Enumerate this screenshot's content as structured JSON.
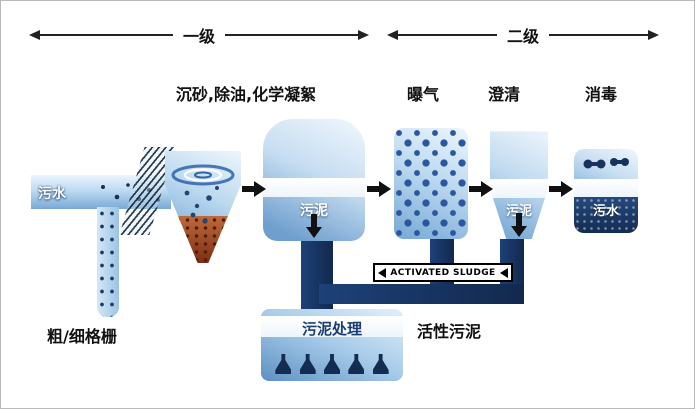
{
  "stages": {
    "primary": "一级",
    "secondary": "二级"
  },
  "process_labels": {
    "pretreatment": "沉砂,除油,化学凝絮",
    "aeration": "曝气",
    "clarification": "澄清",
    "disinfection": "消毒"
  },
  "flow_labels": {
    "influent": "污水",
    "primary_sludge": "污泥",
    "secondary_sludge": "污泥",
    "effluent": "污水"
  },
  "bottom_labels": {
    "activated_sludge_en": "ACTIVATED SLUDGE",
    "sludge_treatment": "污泥处理",
    "activated_sludge_cn": "活性污泥",
    "screens": "粗/细格栅"
  },
  "icons": {
    "bar_screen": "diagonal-hatch",
    "vortex": "concentric-ellipses",
    "bubbles": "dot-grid",
    "molecules": "paired-circles",
    "flasks": "erlenmeyer-silhouette",
    "arrows": "solid-black-triangles"
  },
  "colors": {
    "tank_light": "#eef6fd",
    "tank_mid": "#bcd9ef",
    "tank_deep": "#76a7d4",
    "pipe_navy": "#16335e",
    "sediment_brown": "#8a3c1a",
    "arrow_black": "#111111",
    "background": "#ffffff"
  }
}
